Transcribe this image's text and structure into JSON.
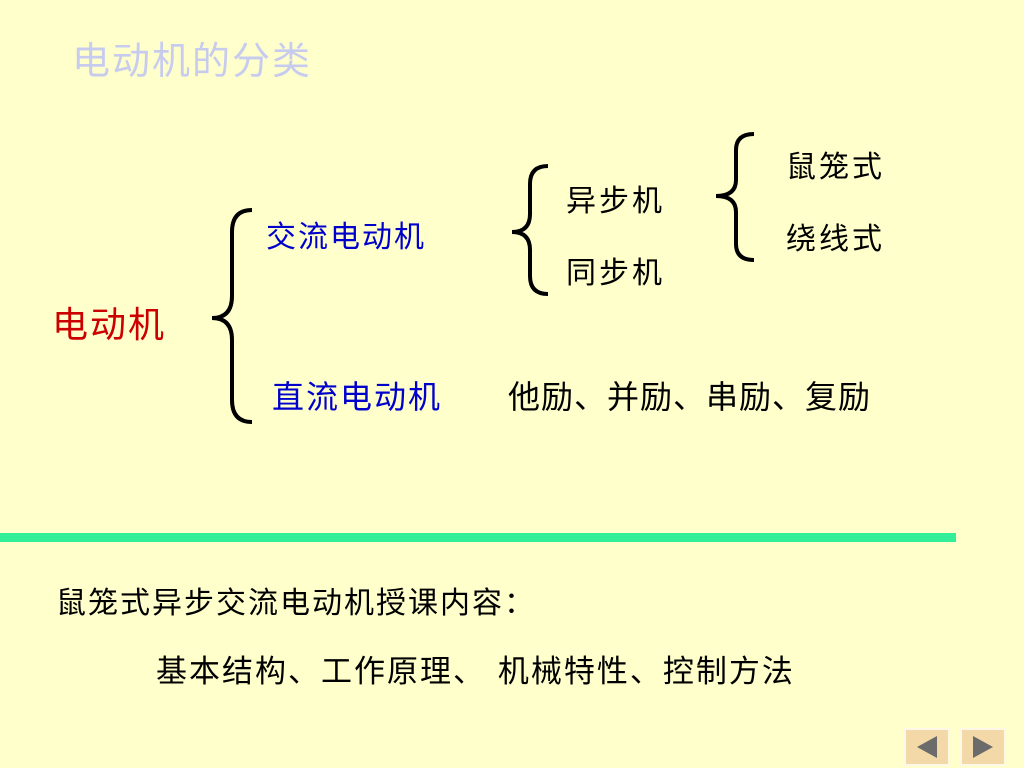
{
  "slide": {
    "title": "电动机的分类",
    "root": "电动机",
    "ac": {
      "label": "交流电动机",
      "children": [
        "异步机",
        "同步机"
      ],
      "async_types": [
        "鼠笼式",
        "绕线式"
      ]
    },
    "dc": {
      "label": "直流电动机",
      "types": "他励、并励、串励、复励"
    },
    "subtitle": "鼠笼式异步交流电动机授课内容：",
    "topics": "基本结构、工作原理、 机械特性、控制方法"
  },
  "colors": {
    "background": "#FFFFCC",
    "title": "#C7CCEF",
    "root": "#CC0000",
    "branch": "#0000CC",
    "divider": "#33EE99"
  },
  "nav": {
    "prev_icon": "triangle-left-icon",
    "next_icon": "triangle-right-icon"
  }
}
